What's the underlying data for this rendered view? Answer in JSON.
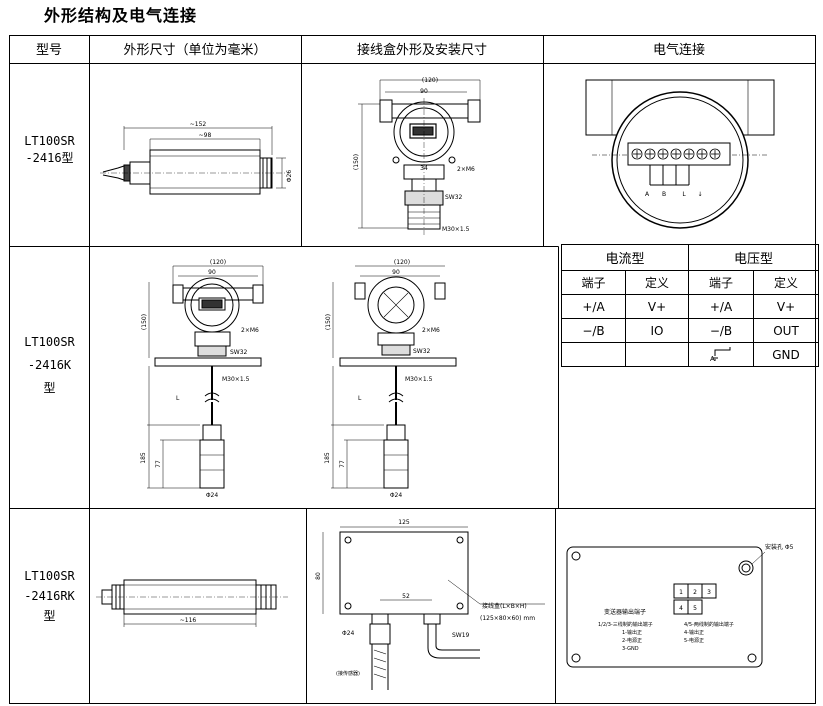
{
  "title": "外形结构及电气连接",
  "headers": [
    "型号",
    "外形尺寸（单位为毫米）",
    "接线盒外形及安装尺寸",
    "电气连接"
  ],
  "models": [
    [
      "LT100SR",
      "-2416型"
    ],
    [
      "LT100SR",
      "-2416K",
      "型"
    ],
    [
      "LT100SR",
      "-2416RK",
      "型"
    ]
  ],
  "row1": {
    "len_total": "~152",
    "len_body": "~98",
    "dia": "Φ26",
    "box_outer": "(120)",
    "box_inner": "90",
    "box_h": "(150)",
    "pitch": "34",
    "bolt": "2×M6",
    "spanner": "SW32",
    "thread": "M30×1.5"
  },
  "row2": {
    "box_outer": "(120)",
    "box_inner": "90",
    "box_h": "(150)",
    "bolt": "2×M6",
    "spanner": "SW32",
    "thread": "M30×1.5",
    "cable_len": "L",
    "probe_len_outer": "185",
    "probe_len_inner": "77",
    "probe_dia": "Φ24"
  },
  "row3": {
    "len_total": "~116",
    "box_w": "125",
    "box_h": "80",
    "hole_spacing": "52",
    "probe_dia": "Φ24",
    "spanner": "SW19",
    "box_label": "接线盒(L×B×H)",
    "box_dims": "(125×80×60) mm",
    "sensor_label": "(接传感器)",
    "mount_hole": "安装孔 Φ5",
    "terminal_title": "变送器输出端子",
    "terminal_notes": [
      "1/2/3-三线制的输出端子",
      "1-输出正",
      "2-电源正",
      "3-GND"
    ],
    "terminal_notes2": [
      "4/5-两线制的输出端子",
      "4-输出正",
      "5-电源正"
    ],
    "terminal_numbers": [
      "1",
      "2",
      "3",
      "4",
      "5"
    ]
  },
  "wiring": {
    "labels": [
      "A",
      "B",
      "L",
      "↓"
    ]
  },
  "signal_table": {
    "groups": [
      "电流型",
      "电压型"
    ],
    "subheaders": [
      "端子",
      "定义",
      "端子",
      "定义"
    ],
    "rows": [
      [
        "+/A",
        "V+",
        "+/A",
        "V+"
      ],
      [
        "−/B",
        "IO",
        "−/B",
        "OUT"
      ],
      [
        "",
        "",
        "",
        "GND"
      ]
    ]
  }
}
